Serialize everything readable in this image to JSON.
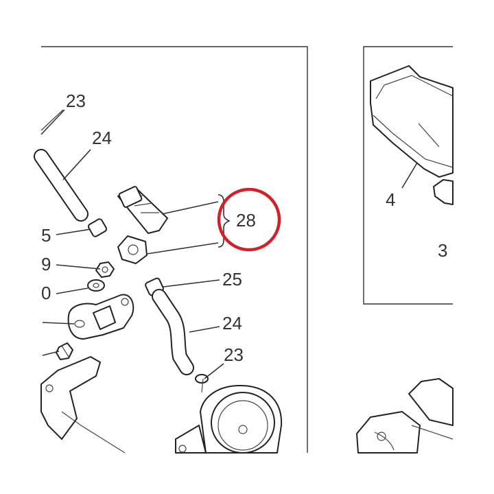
{
  "callouts": {
    "c23_top": "23",
    "c24_top": "24",
    "c5": "5",
    "c9": "9",
    "c0": "0",
    "c28": "28",
    "c25": "25",
    "c24_mid": "24",
    "c23_mid": "23",
    "c4": "4",
    "c3": "3"
  },
  "highlight": {
    "color": "#d4202a"
  }
}
